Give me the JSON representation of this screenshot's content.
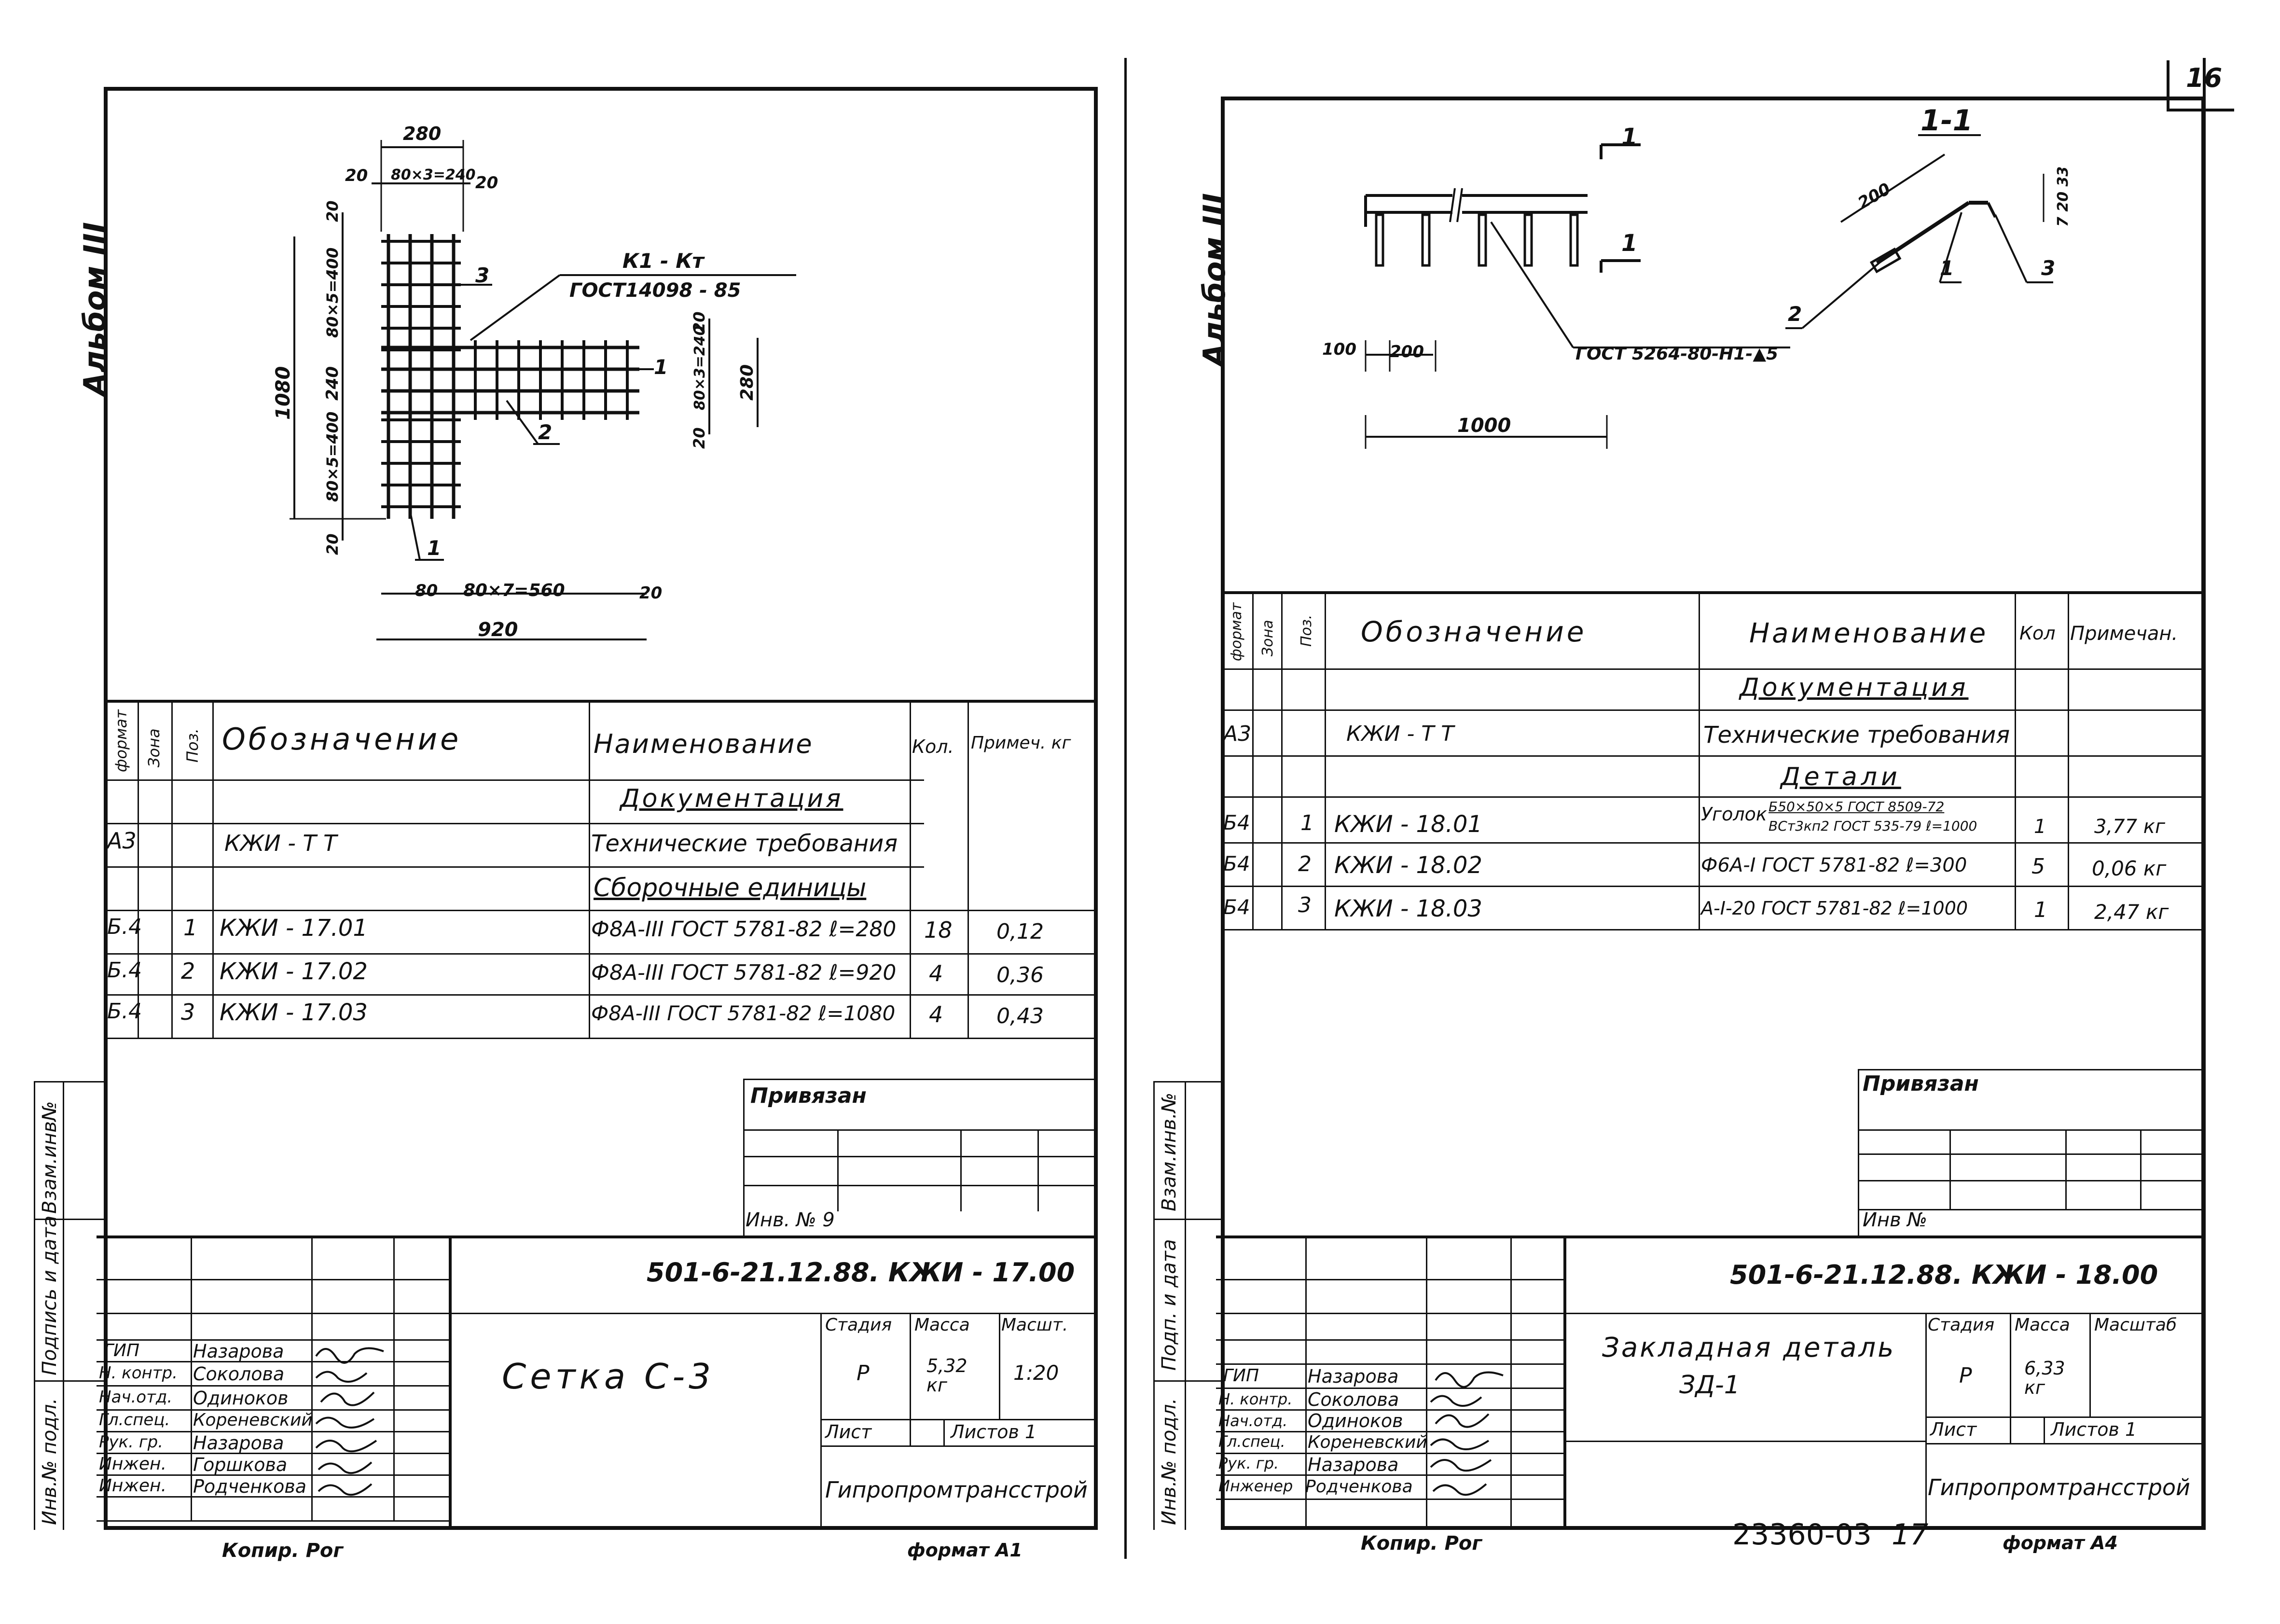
{
  "page_number": "16",
  "bottom_code": "23360-03",
  "bottom_code_sheet": "17",
  "left_sheet": {
    "album": "Альбом III",
    "drawing": {
      "dim_top_total": "280",
      "dim_top_left": "20",
      "dim_top_mid": "80×3=240",
      "dim_top_right": "20",
      "dim_height_total": "1080",
      "dim_left_top": "20",
      "dim_left_upper": "80×5=400",
      "dim_left_mid": "240",
      "dim_left_lower": "80×5=400",
      "dim_left_bottom": "20",
      "dim_right_upper": "20",
      "dim_right_mid": "80×3=240",
      "dim_right_lower": "20",
      "dim_right_total": "280",
      "dim_bottom_left": "80",
      "dim_bottom_mid": "80×7=560",
      "dim_bottom_right": "20",
      "dim_bottom_total": "920",
      "callout_1": "1",
      "callout_2": "2",
      "callout_3": "3",
      "callout_1b": "1",
      "weld_label": "К1 - Кт",
      "weld_standard": "ГОСТ14098 - 85"
    },
    "spec": {
      "headers": {
        "format": "формат",
        "zone": "Зона",
        "pos": "Поз.",
        "designation": "Обозначение",
        "name": "Наименование",
        "qty": "Кол.",
        "note": "Примеч. кг"
      },
      "section_docs": "Документация",
      "doc_row": {
        "format": "А3",
        "designation": "КЖИ - Т Т",
        "name": "Технические требования"
      },
      "section_assemblies": "Сборочные единицы",
      "rows": [
        {
          "format": "Б.4",
          "pos": "1",
          "designation": "КЖИ - 17.01",
          "name": "Ф8А-III ГОСТ 5781-82 ℓ=280",
          "qty": "18",
          "note": "0,12"
        },
        {
          "format": "Б.4",
          "pos": "2",
          "designation": "КЖИ - 17.02",
          "name": "Ф8А-III ГОСТ 5781-82 ℓ=920",
          "qty": "4",
          "note": "0,36"
        },
        {
          "format": "Б.4",
          "pos": "3",
          "designation": "КЖИ - 17.03",
          "name": "Ф8А-III ГОСТ 5781-82 ℓ=1080",
          "qty": "4",
          "note": "0,43"
        }
      ]
    },
    "privyazan": "Привязан",
    "inv_no": "Инв. № 9",
    "side_labels": [
      "Взам.инв№",
      "Подпись и дата",
      "Инв.№ подл."
    ],
    "title_block": {
      "code": "501-6-21.12.88.  КЖИ - 17.00",
      "title": "Сетка С-3",
      "stage_h": "Стадия",
      "mass_h": "Масса",
      "scale_h": "Масшт.",
      "stage": "Р",
      "mass": "5,32 кг",
      "scale": "1:20",
      "sheet": "Лист",
      "sheets": "Листов 1",
      "org": "Гипропромтрансстрой",
      "people": [
        {
          "role": "ГИП",
          "name": "Назарова"
        },
        {
          "role": "Н. контр.",
          "name": "Соколова"
        },
        {
          "role": "Нач.отд.",
          "name": "Одиноков"
        },
        {
          "role": "Гл.спец.",
          "name": "Кореневский"
        },
        {
          "role": "Рук. гр.",
          "name": "Назарова"
        },
        {
          "role": "Инжен.",
          "name": "Горшкова"
        },
        {
          "role": "Инжен.",
          "name": "Родченкова"
        }
      ]
    },
    "copied": "Копир. Рог",
    "format": "формат А1"
  },
  "right_sheet": {
    "album": "Альбом III",
    "drawing": {
      "section_mark": "1",
      "section_mark_b": "1",
      "section_title": "1-1",
      "dim_100": "100",
      "dim_200": "200",
      "dim_1000": "1000",
      "dim_200_section": "200",
      "dims_small": "7 20 33",
      "weld_note": "ГОСТ 5264-80-Н1-▲5",
      "callout_1": "1",
      "callout_2": "2",
      "callout_3": "3"
    },
    "spec": {
      "headers": {
        "format": "формат",
        "zone": "Зона",
        "pos": "Поз.",
        "designation": "Обозначение",
        "name": "Наименование",
        "qty": "Кол",
        "note": "Примечан."
      },
      "section_docs": "Документация",
      "doc_row": {
        "format": "А3",
        "designation": "КЖИ - Т Т",
        "name": "Технические требования"
      },
      "section_parts": "Детали",
      "rows": [
        {
          "format": "Б4",
          "pos": "1",
          "designation": "КЖИ - 18.01",
          "name_prefix": "Уголок",
          "name_top": "Б50×50×5 ГОСТ 8509-72",
          "name_bottom": "ВСт3кп2 ГОСТ 535-79 ℓ=1000",
          "qty": "1",
          "note": "3,77 кг"
        },
        {
          "format": "Б4",
          "pos": "2",
          "designation": "КЖИ - 18.02",
          "name": "Ф6А-I ГОСТ 5781-82 ℓ=300",
          "qty": "5",
          "note": "0,06 кг"
        },
        {
          "format": "Б4",
          "pos": "3",
          "designation": "КЖИ - 18.03",
          "name": "А-I-20 ГОСТ 5781-82  ℓ=1000",
          "qty": "1",
          "note": "2,47 кг"
        }
      ]
    },
    "privyazan": "Привязан",
    "inv_no": "Инв №",
    "side_labels": [
      "Взам.инв.№",
      "Подп. и дата",
      "Инв.№ подл."
    ],
    "title_block": {
      "code": "501-6-21.12.88.  КЖИ - 18.00",
      "title_line1": "Закладная деталь",
      "title_line2": "ЗД-1",
      "stage_h": "Стадия",
      "mass_h": "Масса",
      "scale_h": "Масштаб",
      "stage": "Р",
      "mass": "6,33 кг",
      "sheet": "Лист",
      "sheets": "Листов 1",
      "org": "Гипропромтрансстрой",
      "people": [
        {
          "role": "ГИП",
          "name": "Назарова"
        },
        {
          "role": "Н. контр.",
          "name": "Соколова"
        },
        {
          "role": "Нач.отд.",
          "name": "Одиноков"
        },
        {
          "role": "Гл.спец.",
          "name": "Кореневский"
        },
        {
          "role": "Рук. гр.",
          "name": "Назарова"
        },
        {
          "role": "Инженер",
          "name": "Родченкова"
        }
      ]
    },
    "copied": "Копир. Рог",
    "format": "формат А4"
  }
}
